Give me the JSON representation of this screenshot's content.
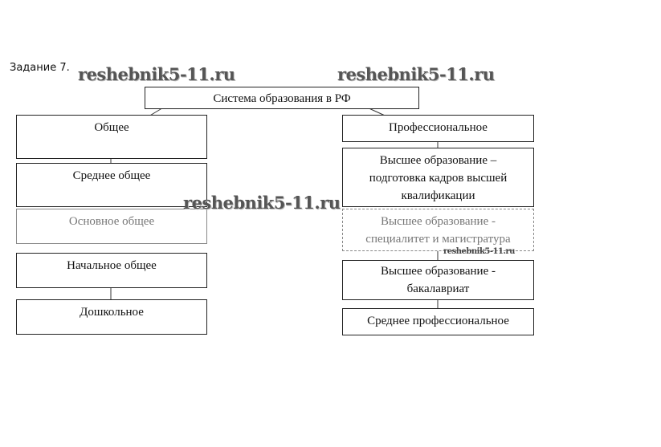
{
  "task_label": "Задание 7.",
  "watermark": "reshebnik5-11.ru",
  "root": "Система образования в РФ",
  "general": {
    "title": "Общее",
    "levels": [
      "Среднее общее",
      "Основное общее",
      "Начальное общее",
      "Дошкольное"
    ]
  },
  "professional": {
    "title": "Профессиональное",
    "levels": [
      "Высшее образование – подготовка кадров высшей квалификации",
      "Высшее образование - специалитет и магистратура",
      "Высшее образование - бакалавриат",
      "Среднее профессиональное"
    ]
  }
}
